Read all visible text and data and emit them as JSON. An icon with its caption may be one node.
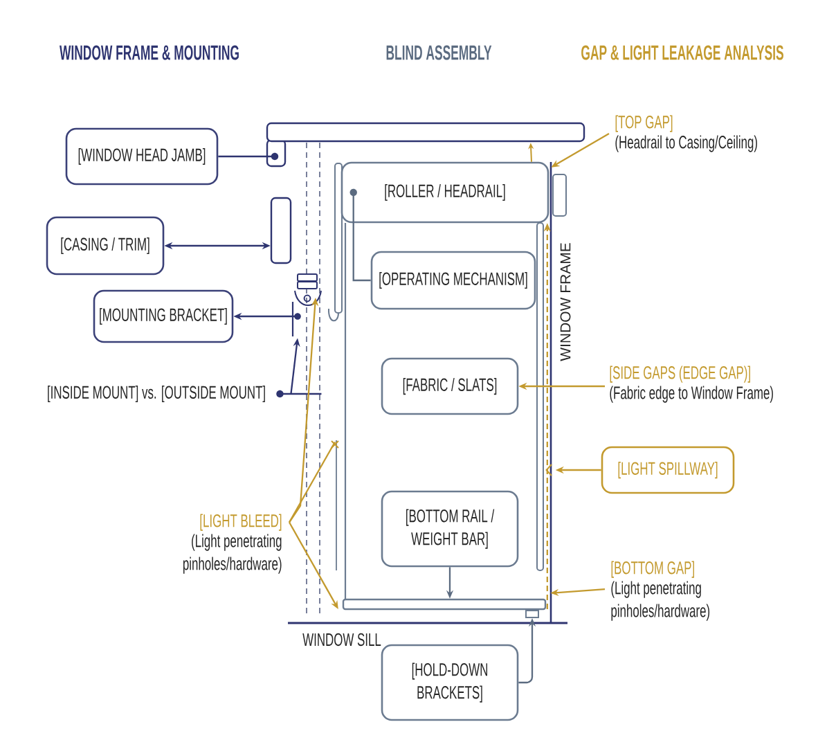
{
  "diagram": {
    "nodes": [
      {
        "text": [
          "[WINDOW HEAD JAMB]"
        ]
      },
      {
        "text": [
          "[CASING / TRIM]"
        ]
      },
      {
        "text": [
          "[MOUNTING BRACKET]"
        ]
      },
      {
        "text": [
          "[INSIDE MOUNT] vs. [OUTSIDE MOUNT]"
        ]
      },
      {
        "text": [
          "[ROLLER / HEADRAIL]"
        ]
      },
      {
        "text": [
          "[OPERATING MECHANISM]"
        ]
      },
      {
        "text": [
          "[FABRIC / SLATS]"
        ]
      },
      {
        "text": [
          "[BOTTOM RAIL / WEIGHT BAR]"
        ]
      },
      {
        "text": [
          "[HOLD-DOWN BRACKETS]"
        ]
      },
      {
        "text": [
          "[TOP GAP]",
          "(Headrail to Casing/Ceiling)"
        ]
      },
      {
        "text": [
          "[SIDE GAPS (EDGE GAP)]",
          "(Fabric edge to Window Frame)"
        ]
      },
      {
        "text": [
          "[LIGHT SPILLWAY]"
        ]
      },
      {
        "text": [
          "[BOTTOM GAP]",
          "(Light penetrating pinholes/hardware)"
        ]
      },
      {
        "text": [
          "[LIGHT BLEED]",
          "(Light penetrating pinholes/hardware)"
        ]
      },
      {
        "text": [],
        "shape": "bar"
      },
      {
        "text": [],
        "shape": "bar"
      },
      {
        "text": [],
        "shape": "picture"
      },
      {
        "text": [],
        "shape": "bar"
      },
      {
        "text": [],
        "shape": "box"
      },
      {
        "text": [],
        "shape": "bar"
      }
    ],
    "edges": [
      {
        "from": 0,
        "to": 14,
        "arrow": "none",
        "color": "#2e3470"
      },
      {
        "from": 1,
        "to": 15,
        "arrow": "both",
        "color": "#2e3470"
      },
      {
        "from": 16,
        "to": 2,
        "arrow": "to",
        "color": "#2e3470"
      },
      {
        "from": 3,
        "to": 16,
        "arrow": "to",
        "color": "#2e3470"
      },
      {
        "from": 3,
        "to": null,
        "arrow": "none",
        "color": "#2e3470"
      },
      {
        "from": 5,
        "to": 4,
        "arrow": "none",
        "color": "#5b6b80"
      },
      {
        "from": 9,
        "to": 4,
        "arrow": "to"
      },
      {
        "from": 10,
        "to": 6,
        "arrow": "to"
      },
      {
        "from": 11,
        "to": null,
        "arrow": "to"
      },
      {
        "from": 12,
        "to": 17,
        "arrow": "to"
      },
      {
        "from": 13,
        "to": 16,
        "arrow": "to"
      },
      {
        "from": 13,
        "to": null,
        "arrow": "none"
      },
      {
        "from": 13,
        "to": 17,
        "arrow": "to"
      },
      {
        "from": 7,
        "to": 17,
        "arrow": "to",
        "color": "#5b6b80"
      },
      {
        "from": 8,
        "to": 18,
        "arrow": "to",
        "color": "#5b6b80"
      },
      {
        "from": 17,
        "to": 4,
        "arrow": "to",
        "style": "dashed"
      },
      {
        "from": 4,
        "to": 19,
        "arrow": "to"
      }
    ],
    "labels": [
      "WINDOW FRAME & MOUNTING",
      "BLIND ASSEMBLY",
      "GAP & LIGHT LEAKAGE ANALYSIS",
      "WINDOW FRAME",
      "WINDOW SILL"
    ]
  }
}
